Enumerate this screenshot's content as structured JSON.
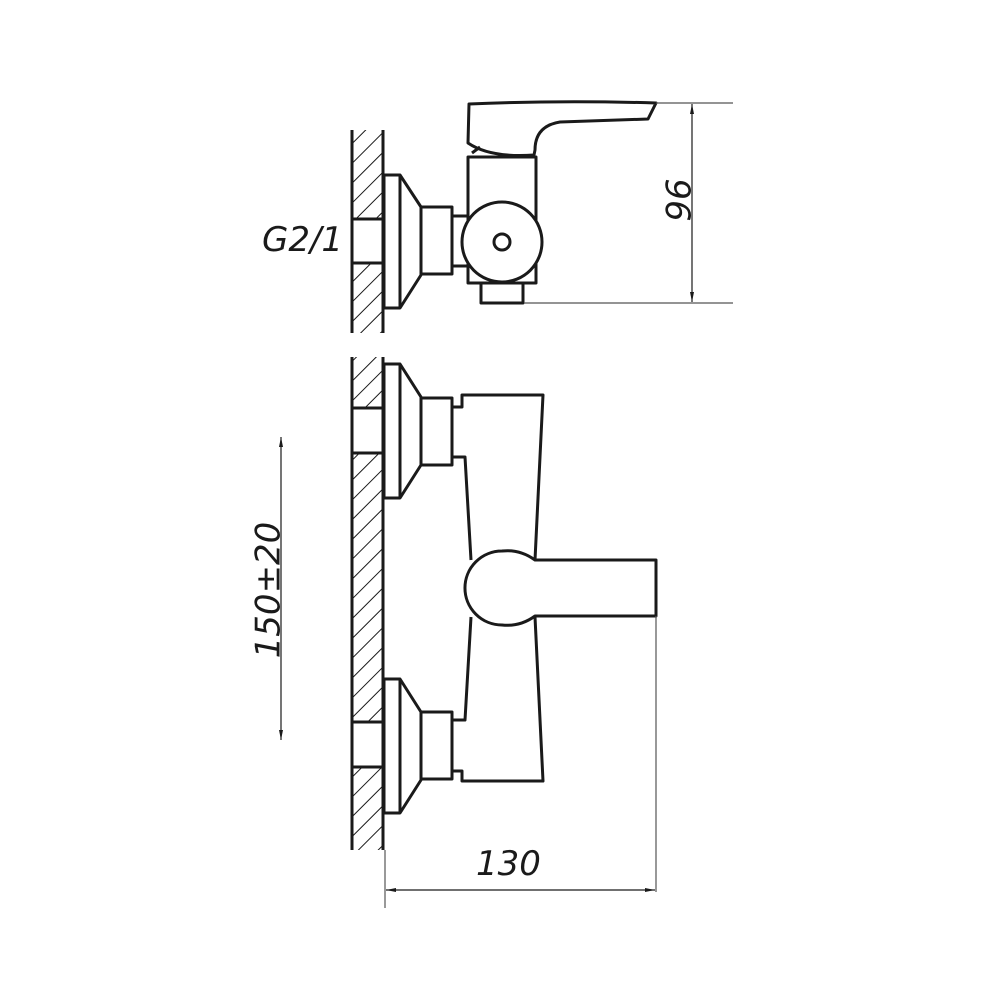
{
  "labels": {
    "thread": "G2/1",
    "height": "96",
    "spacing": "150±20",
    "projection": "130"
  },
  "colors": {
    "line": "#1a1a1a",
    "dim": "#555555"
  }
}
